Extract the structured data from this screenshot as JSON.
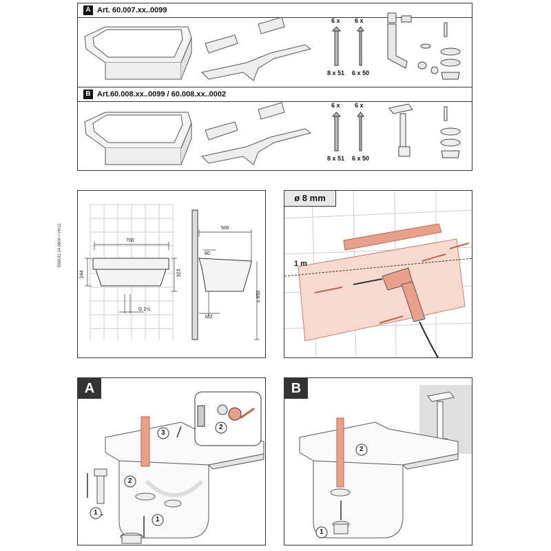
{
  "parts_panel": {
    "variant_a": {
      "badge": "A",
      "article": "Art. 60.007.xx..0099",
      "screws": {
        "qty_left": "6 x",
        "qty_right": "6 x",
        "size_left": "8 x 51",
        "size_right": "6 x 50"
      }
    },
    "variant_b": {
      "badge": "B",
      "article": "Art.60.008.xx..0099 / 60.008.xx..0002",
      "screws": {
        "qty_left": "6 x",
        "qty_right": "6 x",
        "size_left": "8 x 51",
        "size_right": "6 x 50"
      }
    }
  },
  "dimensions_panel": {
    "doc_number": "EMA31.14.0800 • VII/11",
    "width": "700",
    "depth": "500",
    "height_total": "244",
    "height_wall": "323",
    "offset_60": "60",
    "waste": "G 1½",
    "offset_162": "162",
    "height_850": "≤ 850"
  },
  "drilling_panel": {
    "drill_size": "ø 8 mm",
    "height_mark": "1 m"
  },
  "step_a": {
    "badge": "A",
    "numbers": [
      "1",
      "1",
      "2",
      "2",
      "3"
    ]
  },
  "step_b": {
    "badge": "B",
    "numbers": [
      "1",
      "2"
    ]
  },
  "colors": {
    "accent": "#e8a08a",
    "accent_dark": "#c2634c",
    "line": "#333333",
    "grid": "#c8c8c8"
  }
}
